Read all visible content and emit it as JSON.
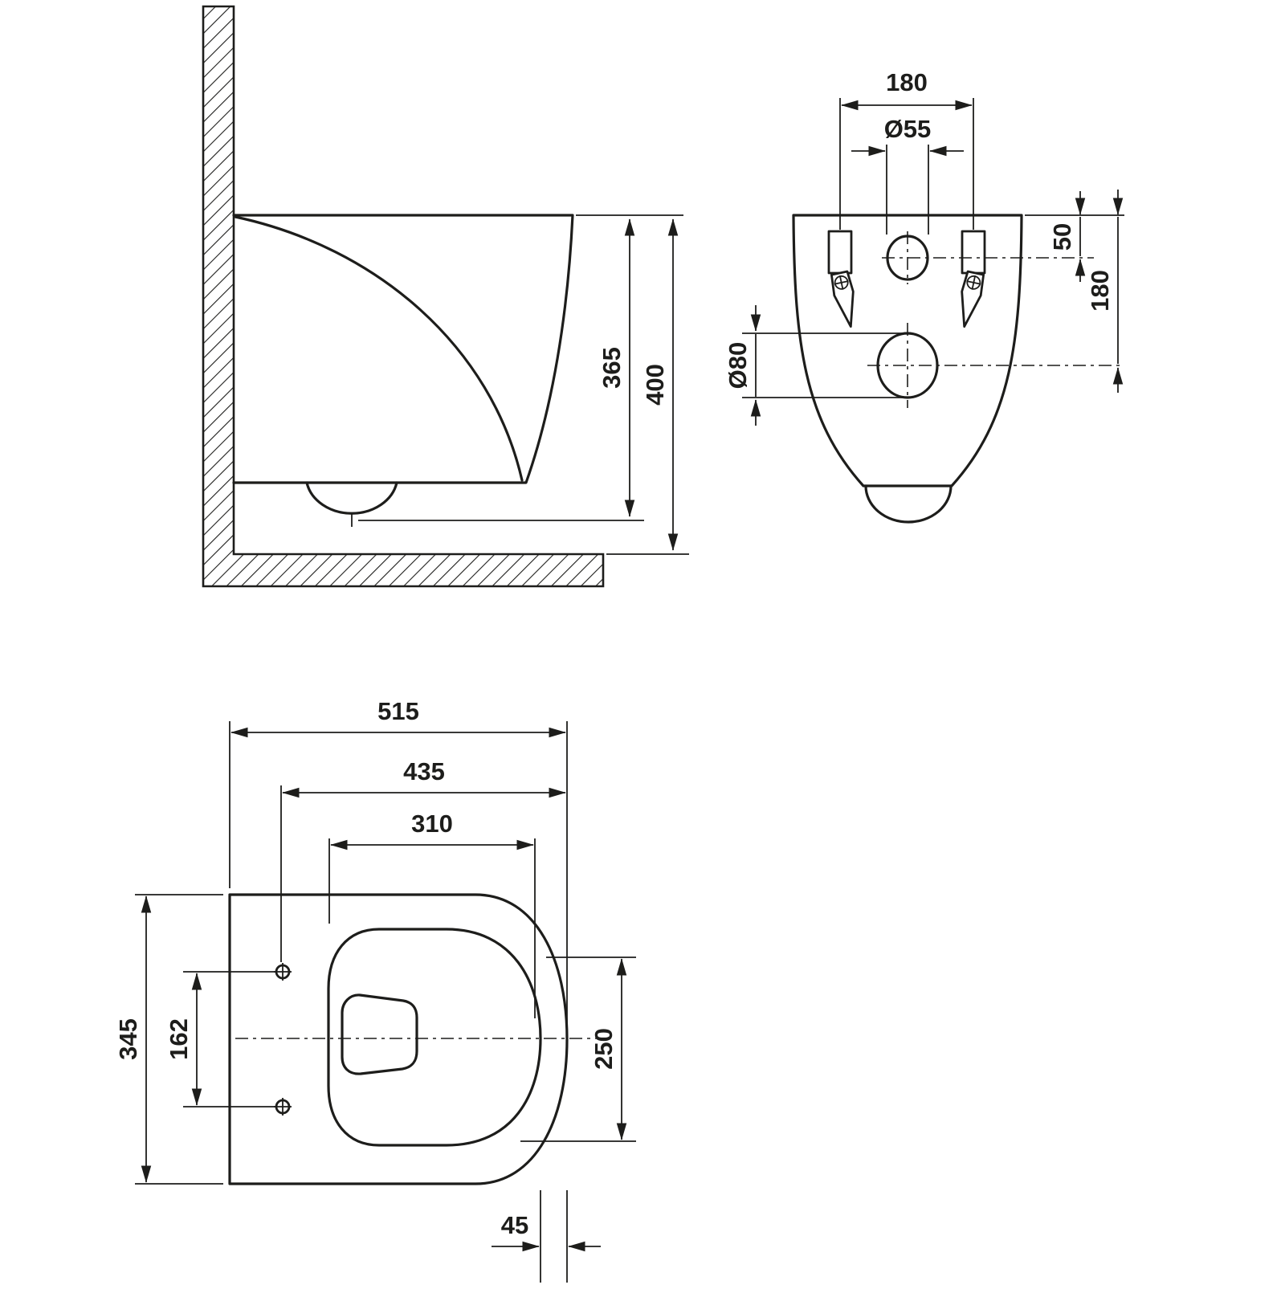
{
  "drawing": {
    "line_color": "#1d1d1b",
    "background": "#ffffff"
  },
  "views": {
    "side": {
      "dims": {
        "height_rim": "365",
        "height_total": "400"
      }
    },
    "rear": {
      "dims": {
        "fixing_spacing": "180",
        "inlet_dia": "Ø55",
        "inlet_offset": "50",
        "outlet_offset": "180",
        "outlet_dia": "Ø80"
      }
    },
    "top": {
      "dims": {
        "depth_total": "515",
        "fixing_depth": "435",
        "opening_length": "310",
        "width_total": "345",
        "fixing_spacing": "162",
        "opening_width": "250",
        "front_offset": "45"
      }
    }
  }
}
